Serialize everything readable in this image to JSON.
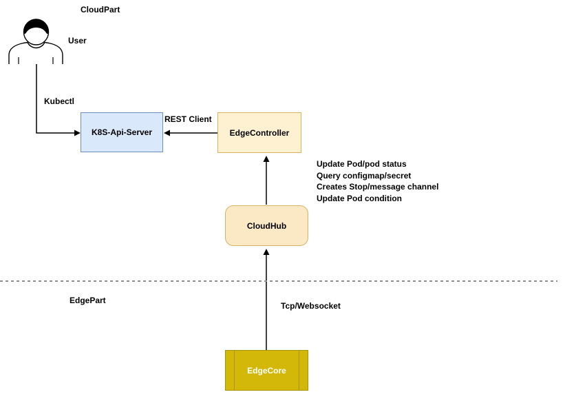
{
  "regions": {
    "cloud": {
      "label": "CloudPart"
    },
    "edge": {
      "label": "EdgePart"
    }
  },
  "actor": {
    "label": "User"
  },
  "nodes": {
    "k8s_api_server": {
      "label": "K8S-Api-Server",
      "fill": "#dae8fc",
      "border": "#6c8ebf",
      "text": "#000000"
    },
    "edge_controller": {
      "label": "EdgeController",
      "fill": "#fdf1d1",
      "border": "#d8b261",
      "text": "#000000"
    },
    "cloud_hub": {
      "label": "CloudHub",
      "fill": "#fbe9c6",
      "border": "#d8b261",
      "text": "#000000"
    },
    "edge_core": {
      "label": "EdgeCore",
      "fill": "#d3b809",
      "border": "#a89300",
      "text": "#ffffff"
    }
  },
  "edges": {
    "kubectl": {
      "label": "Kubectl"
    },
    "rest_client": {
      "label": "REST Client"
    },
    "tcp_websocket": {
      "label": "Tcp/Websocket"
    }
  },
  "annotations": {
    "edge_controller_actions": [
      "Update Pod/pod status",
      "Query configmap/secret",
      "Creates Stop/message channel",
      "Update Pod condition"
    ]
  },
  "divider": {
    "color": "#8f8f8f"
  },
  "icons": {
    "user": "user-actor-icon"
  }
}
